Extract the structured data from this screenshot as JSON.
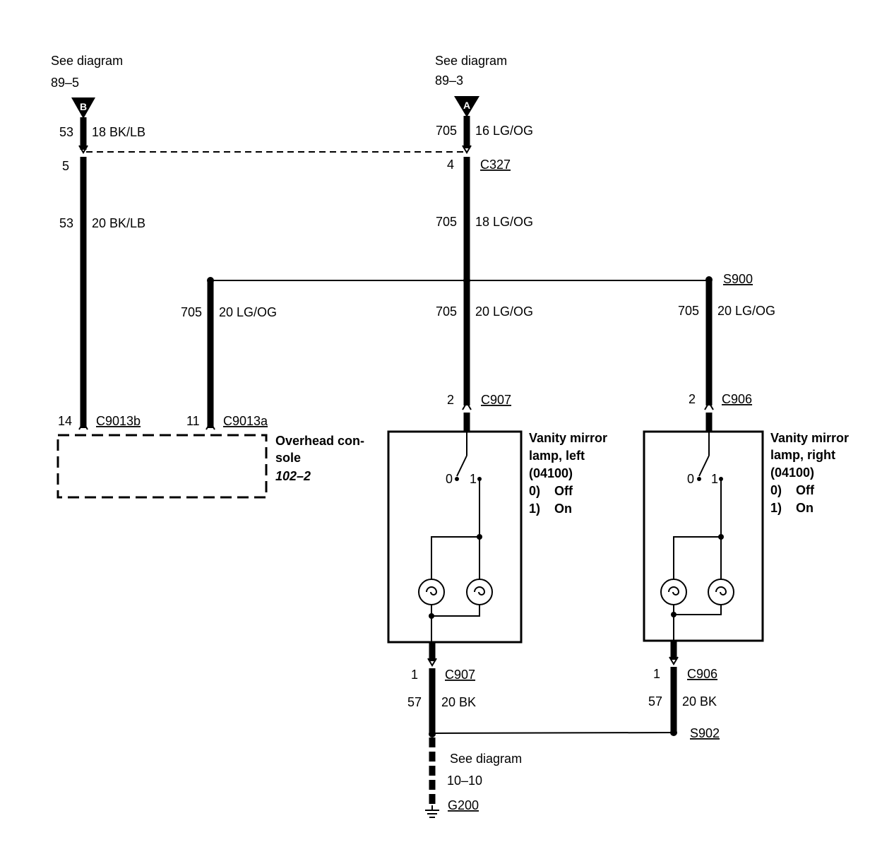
{
  "refs": {
    "b": {
      "see": "See diagram",
      "page": "89–5",
      "letter": "B"
    },
    "a": {
      "see": "See diagram",
      "page": "89–3",
      "letter": "A"
    },
    "ground": {
      "see": "See diagram",
      "page": "10–10",
      "name": "G200"
    }
  },
  "wires": {
    "b_top": {
      "circuit": "53",
      "spec": "18 BK/LB"
    },
    "b_mid": {
      "circuit": "53",
      "spec": "20 BK/LB"
    },
    "a_top": {
      "circuit": "705",
      "spec": "16 LG/OG"
    },
    "a_mid": {
      "circuit": "705",
      "spec": "18 LG/OG"
    },
    "console_feed": {
      "circuit": "705",
      "spec": "20 LG/OG"
    },
    "left_feed": {
      "circuit": "705",
      "spec": "20 LG/OG"
    },
    "right_feed": {
      "circuit": "705",
      "spec": "20 LG/OG"
    },
    "left_gnd": {
      "circuit": "57",
      "spec": "20 BK"
    },
    "right_gnd": {
      "circuit": "57",
      "spec": "20 BK"
    }
  },
  "connectors": {
    "c327": {
      "name": "C327",
      "pin_b": "5",
      "pin_a": "4"
    },
    "c9013b": {
      "name": "C9013b",
      "pin": "14"
    },
    "c9013a": {
      "name": "C9013a",
      "pin": "11"
    },
    "c907_top": {
      "name": "C907",
      "pin": "2"
    },
    "c906_top": {
      "name": "C906",
      "pin": "2"
    },
    "c907_bot": {
      "name": "C907",
      "pin": "1"
    },
    "c906_bot": {
      "name": "C906",
      "pin": "1"
    }
  },
  "splices": {
    "s900": "S900",
    "s902": "S902"
  },
  "components": {
    "console": {
      "line1": "Overhead con-",
      "line2": "sole",
      "ref": "102–2"
    },
    "left_lamp": {
      "line1": "Vanity mirror",
      "line2": "lamp, left",
      "code": "(04100)",
      "state0": "0)    Off",
      "state1": "1)    On",
      "pos0": "0",
      "pos1": "1"
    },
    "right_lamp": {
      "line1": "Vanity mirror",
      "line2": "lamp, right",
      "code": "(04100)",
      "state0": "0)    Off",
      "state1": "1)    On",
      "pos0": "0",
      "pos1": "1"
    }
  }
}
